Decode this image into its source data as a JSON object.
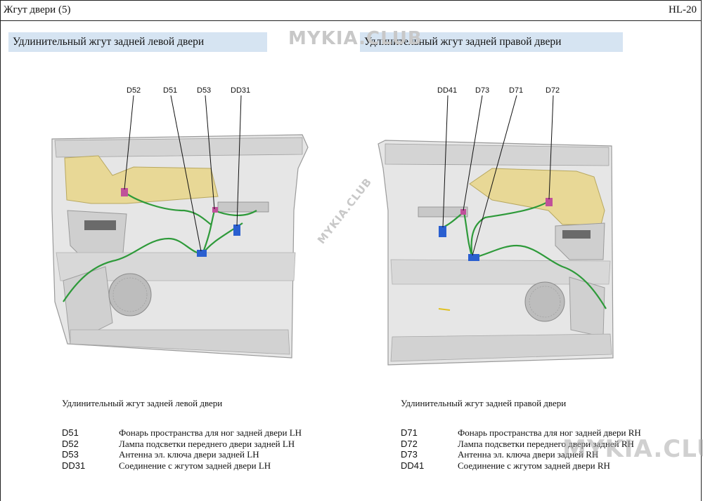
{
  "header": {
    "title": "Жгут двери (5)",
    "code": "HL-20"
  },
  "watermarks": {
    "top": "MYKIA.CLUB",
    "diagonal": "MYKIA.CLUB",
    "bottom": "MYKIA.CLUB"
  },
  "left_panel": {
    "heading": "Удлинительный жгут задней левой двери",
    "callouts": [
      "D52",
      "D51",
      "D53",
      "DD31"
    ],
    "caption": "Удлинительный жгут задней левой двери",
    "legend": [
      {
        "code": "D51",
        "desc": "Фонарь пространства для ног задней двери LH"
      },
      {
        "code": "D52",
        "desc": "Лампа подсветки переднего двери задней LH"
      },
      {
        "code": "D53",
        "desc": "Антенна эл. ключа двери задней LH"
      },
      {
        "code": "DD31",
        "desc": "Соединение с жгутом задней двери LH"
      }
    ]
  },
  "right_panel": {
    "heading": "Удлинительный жгут задней правой двери",
    "callouts": [
      "DD41",
      "D73",
      "D71",
      "D72"
    ],
    "caption": "Удлинительный жгут задней правой двери",
    "legend": [
      {
        "code": "D71",
        "desc": "Фонарь пространства для ног задней двери RH"
      },
      {
        "code": "D72",
        "desc": "Лампа подсветки переднего двери задней RH"
      },
      {
        "code": "D73",
        "desc": "Антенна эл. ключа двери задней RH"
      },
      {
        "code": "DD41",
        "desc": "Соединение с жгутом задней двери RH"
      }
    ]
  },
  "colors": {
    "harness": "#2e9a3a",
    "connector_pink": "#c0509a",
    "connector_blue": "#2a5fd0",
    "trim_yellow": "#e8d896",
    "panel_gray": "#dcdcdc",
    "heading_bg": "#d6e4f2"
  }
}
